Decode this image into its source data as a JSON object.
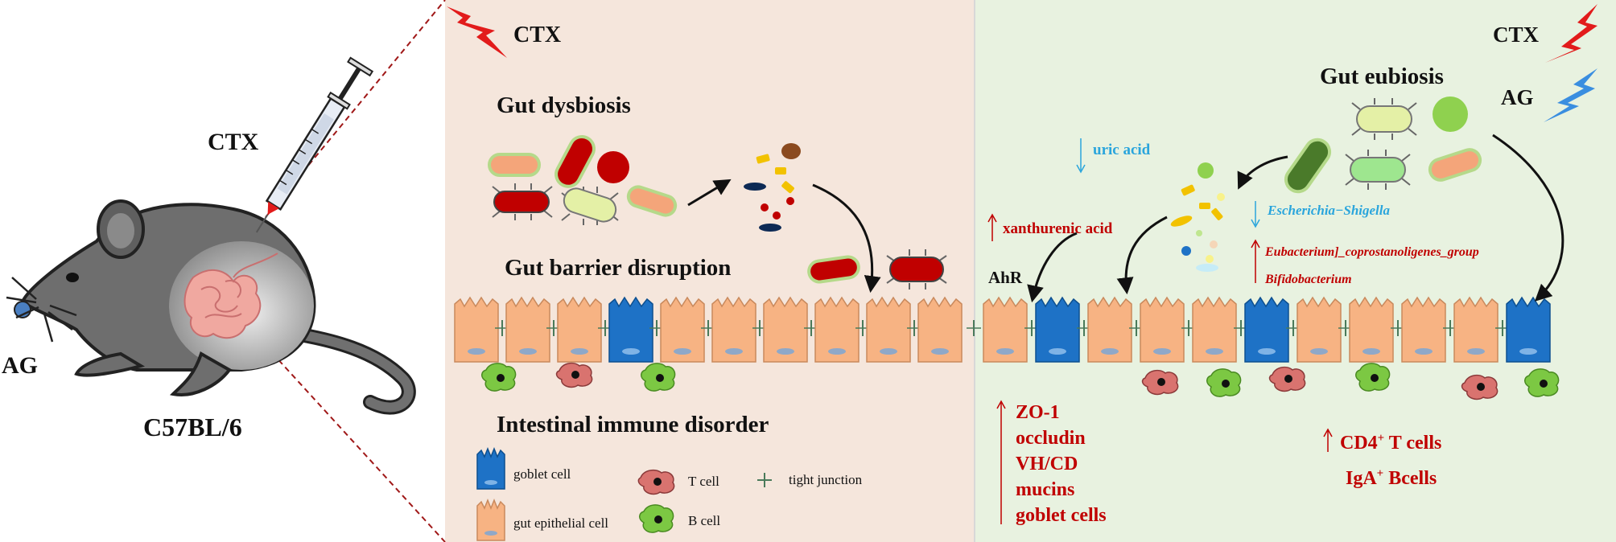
{
  "mouse": {
    "strain": "C57BL/6",
    "treatment_label": "CTX",
    "oral_label": "AG"
  },
  "left_panel": {
    "ctx_label": "CTX",
    "dysbiosis_title": "Gut dysbiosis",
    "barrier_title": "Gut barrier disruption",
    "immune_title": "Intestinal immune disorder"
  },
  "legend": {
    "goblet": "goblet cell",
    "epithelial": "gut epithelial cell",
    "tcell": "T cell",
    "bcell": "B cell",
    "tight_junction": "tight junction"
  },
  "right_panel": {
    "ctx_label": "CTX",
    "ag_label": "AG",
    "eubiosis_title": "Gut eubiosis",
    "uric_acid": "uric acid",
    "xanthurenic_acid": "xanthurenic acid",
    "ahr": "AhR",
    "escherichia": "Escherichia−Shigella",
    "eubacterium": "Eubacterium]_coprostanoligenes_group",
    "bifidobacterium": "Bifidobacterium",
    "barrier_markers": [
      "ZO-1",
      "occludin",
      "VH/CD",
      "mucins",
      "goblet cells"
    ],
    "cd4_prefix": "CD4",
    "cd4_sup": "+",
    "cd4_suffix": " T cells",
    "iga_prefix": "IgA",
    "iga_sup": "+",
    "iga_suffix": " Bcells"
  },
  "colors": {
    "left_bg": "#f5e6dc",
    "right_bg": "#e8f2e0",
    "epithelial": "#f7b383",
    "goblet": "#1e72c6",
    "up_arrow": "#c00000",
    "down_arrow": "#2aa5dc",
    "lightning_red": "#e21b1b",
    "lightning_blue": "#3a8ee0"
  }
}
